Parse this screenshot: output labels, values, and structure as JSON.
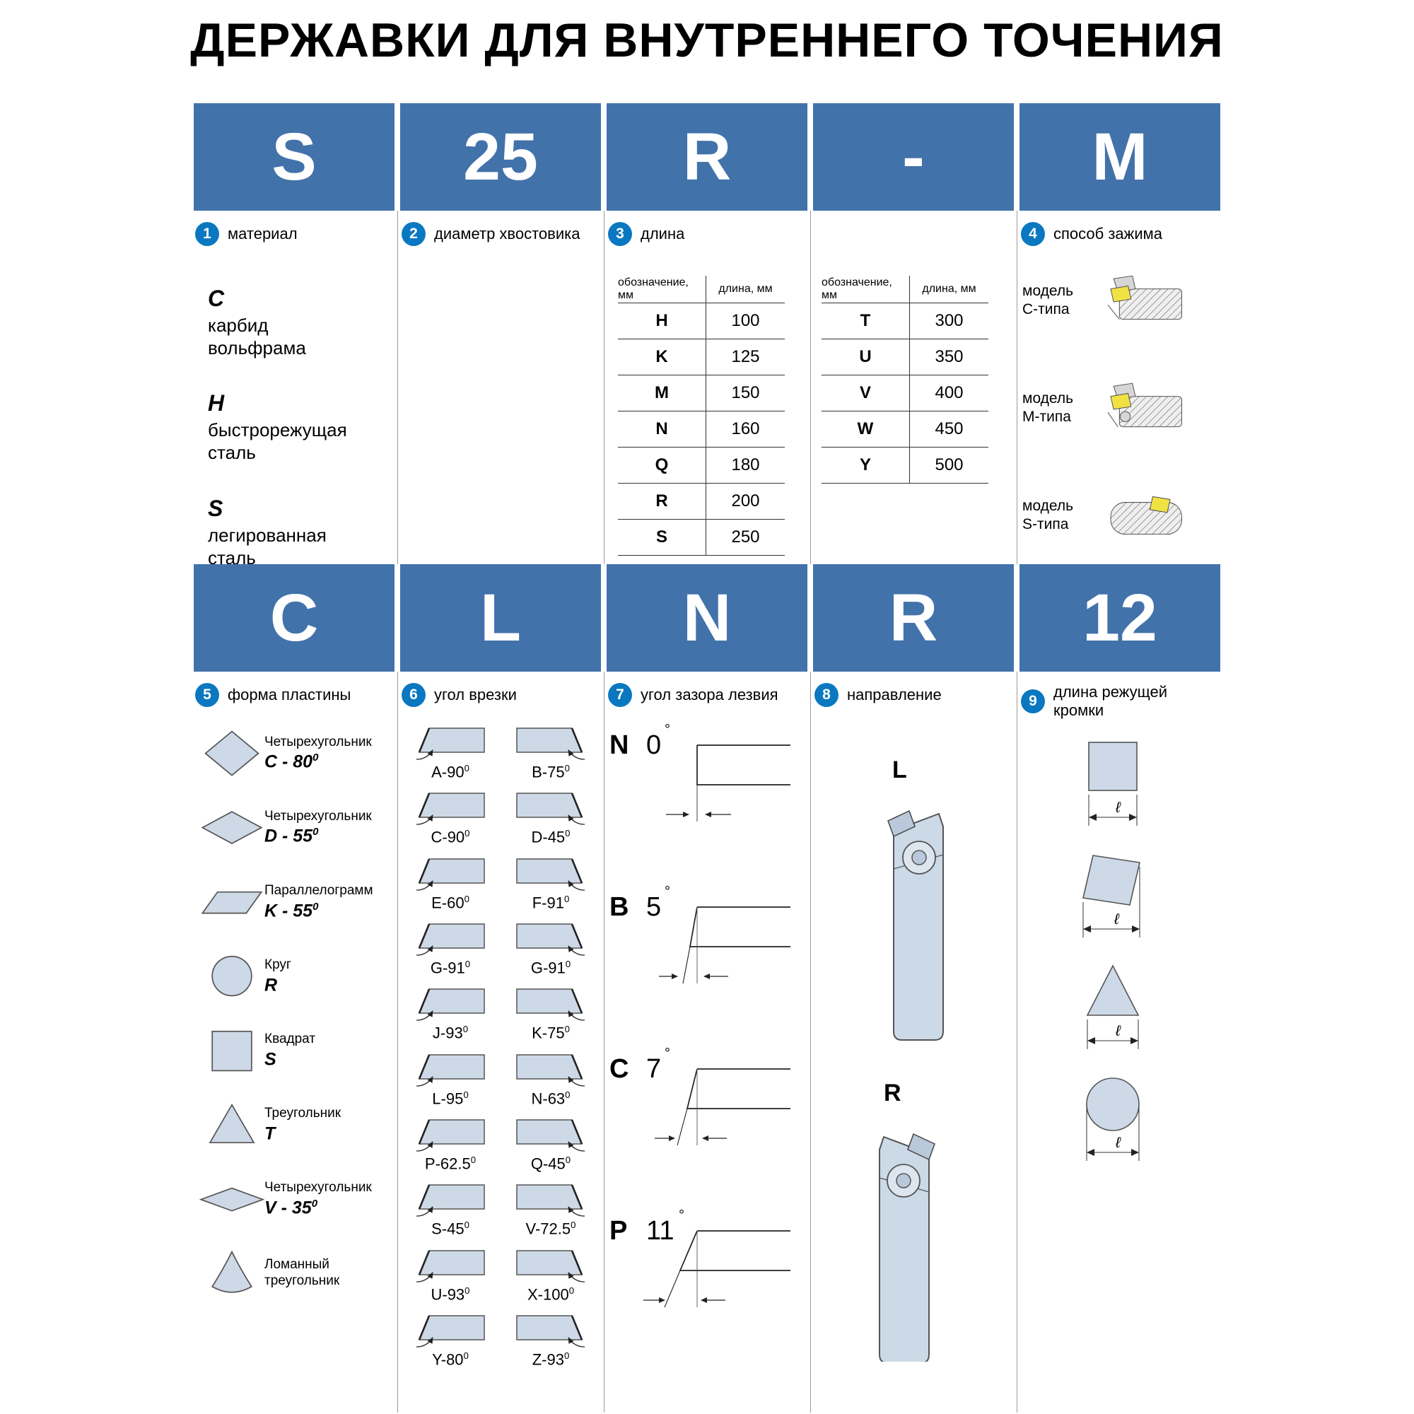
{
  "title": "ДЕРЖАВКИ ДЛЯ ВНУТРЕННЕГО ТОЧЕНИЯ",
  "code": {
    "row1": [
      "S",
      "25",
      "R",
      "-",
      "M"
    ],
    "row2": [
      "C",
      "L",
      "N",
      "R",
      "12"
    ]
  },
  "s1": {
    "num": "1",
    "label": "материал",
    "items": [
      {
        "code": "C",
        "desc": "карбид вольфрама"
      },
      {
        "code": "H",
        "desc": "быстрорежущая сталь"
      },
      {
        "code": "S",
        "desc": "легированная сталь"
      }
    ]
  },
  "s2": {
    "num": "2",
    "label": "диаметр хвостовика"
  },
  "s3": {
    "num": "3",
    "label": "длина",
    "col_code": "обозначение, мм",
    "col_len": "длина, мм",
    "table_a": [
      [
        "H",
        "100"
      ],
      [
        "K",
        "125"
      ],
      [
        "M",
        "150"
      ],
      [
        "N",
        "160"
      ],
      [
        "Q",
        "180"
      ],
      [
        "R",
        "200"
      ],
      [
        "S",
        "250"
      ]
    ],
    "table_b": [
      [
        "T",
        "300"
      ],
      [
        "U",
        "350"
      ],
      [
        "V",
        "400"
      ],
      [
        "W",
        "450"
      ],
      [
        "Y",
        "500"
      ]
    ]
  },
  "s4": {
    "num": "4",
    "label": "способ зажима",
    "models": [
      {
        "line1": "модель",
        "line2": "С-типа"
      },
      {
        "line1": "модель",
        "line2": "М-типа"
      },
      {
        "line1": "модель",
        "line2": "S-типа"
      }
    ]
  },
  "s5": {
    "num": "5",
    "label": "форма пластины",
    "items": [
      {
        "name": "Четырехугольник",
        "code": "C - 80",
        "deg": "0"
      },
      {
        "name": "Четырехугольник",
        "code": "D - 55",
        "deg": "0"
      },
      {
        "name": "Параллелограмм",
        "code": "K - 55",
        "deg": "0"
      },
      {
        "name": "Круг",
        "code": "R",
        "deg": ""
      },
      {
        "name": "Квадрат",
        "code": "S",
        "deg": ""
      },
      {
        "name": "Треугольник",
        "code": "T",
        "deg": ""
      },
      {
        "name": "Четырехугольник",
        "code": "V - 35",
        "deg": "0"
      },
      {
        "name": "Ломанный треугольник",
        "code": "",
        "deg": ""
      }
    ]
  },
  "s6": {
    "num": "6",
    "label": "угол врезки",
    "items": [
      {
        "label": "A-90",
        "deg": "0"
      },
      {
        "label": "B-75",
        "deg": "0"
      },
      {
        "label": "C-90",
        "deg": "0"
      },
      {
        "label": "D-45",
        "deg": "0"
      },
      {
        "label": "E-60",
        "deg": "0"
      },
      {
        "label": "F-91",
        "deg": "0"
      },
      {
        "label": "G-91",
        "deg": "0"
      },
      {
        "label": "G-91",
        "deg": "0"
      },
      {
        "label": "J-93",
        "deg": "0"
      },
      {
        "label": "K-75",
        "deg": "0"
      },
      {
        "label": "L-95",
        "deg": "0"
      },
      {
        "label": "N-63",
        "deg": "0"
      },
      {
        "label": "P-62.5",
        "deg": "0"
      },
      {
        "label": "Q-45",
        "deg": "0"
      },
      {
        "label": "S-45",
        "deg": "0"
      },
      {
        "label": "V-72.5",
        "deg": "0"
      },
      {
        "label": "U-93",
        "deg": "0"
      },
      {
        "label": "X-100",
        "deg": "0"
      },
      {
        "label": "Y-80",
        "deg": "0"
      },
      {
        "label": "Z-93",
        "deg": "0"
      }
    ]
  },
  "s7": {
    "num": "7",
    "label": "угол зазора лезвия",
    "items": [
      {
        "letter": "N",
        "value": "0",
        "deg": "°"
      },
      {
        "letter": "B",
        "value": "5",
        "deg": "°"
      },
      {
        "letter": "C",
        "value": "7",
        "deg": "°"
      },
      {
        "letter": "P",
        "value": "11",
        "deg": "°"
      }
    ]
  },
  "s8": {
    "num": "8",
    "label": "направление",
    "left": "L",
    "right": "R"
  },
  "s9": {
    "num": "9",
    "label": "длина режущей кромки",
    "dim": "ℓ"
  }
}
